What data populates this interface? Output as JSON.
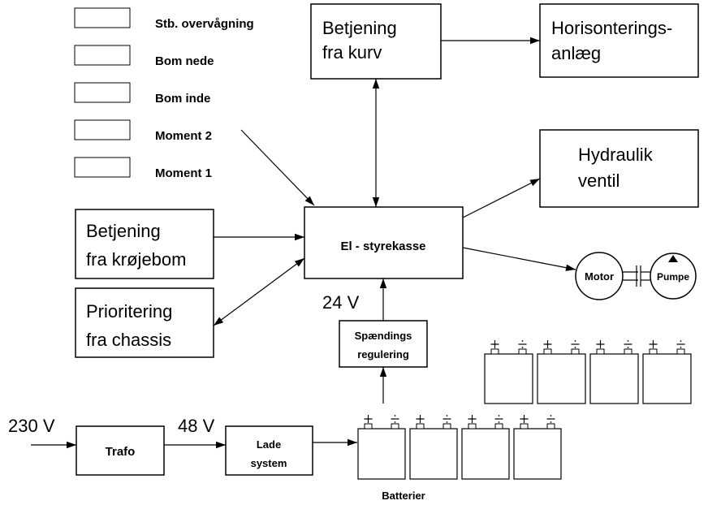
{
  "legend": [
    {
      "label": "Stb. overvågning"
    },
    {
      "label": "Bom nede"
    },
    {
      "label": "Bom inde"
    },
    {
      "label": "Moment 2"
    },
    {
      "label": "Moment 1"
    }
  ],
  "nodes": {
    "betjening_kurv": {
      "line1": "Betjening",
      "line2": "fra kurv"
    },
    "horisontering": {
      "line1": "Horisonterings-",
      "line2": "anlæg"
    },
    "hydraulik": {
      "line1": "Hydraulik",
      "line2": "ventil"
    },
    "el_styrekasse": {
      "label": "El - styrekasse"
    },
    "betjening_krojebom": {
      "line1": "Betjening",
      "line2": "fra krøjebom"
    },
    "prioritering": {
      "line1": "Prioritering",
      "line2": "fra chassis"
    },
    "spaendings": {
      "line1": "Spændings",
      "line2": "regulering"
    },
    "trafo": {
      "label": "Trafo"
    },
    "lade": {
      "line1": "Lade",
      "line2": "system"
    },
    "motor": {
      "label": "Motor"
    },
    "pumpe": {
      "label": "Pumpe"
    }
  },
  "labels": {
    "v24": "24 V",
    "v230": "230 V",
    "v48": "48 V",
    "batterier": "Batterier"
  },
  "battery_symbols": {
    "plus": "+",
    "minus": "−"
  }
}
